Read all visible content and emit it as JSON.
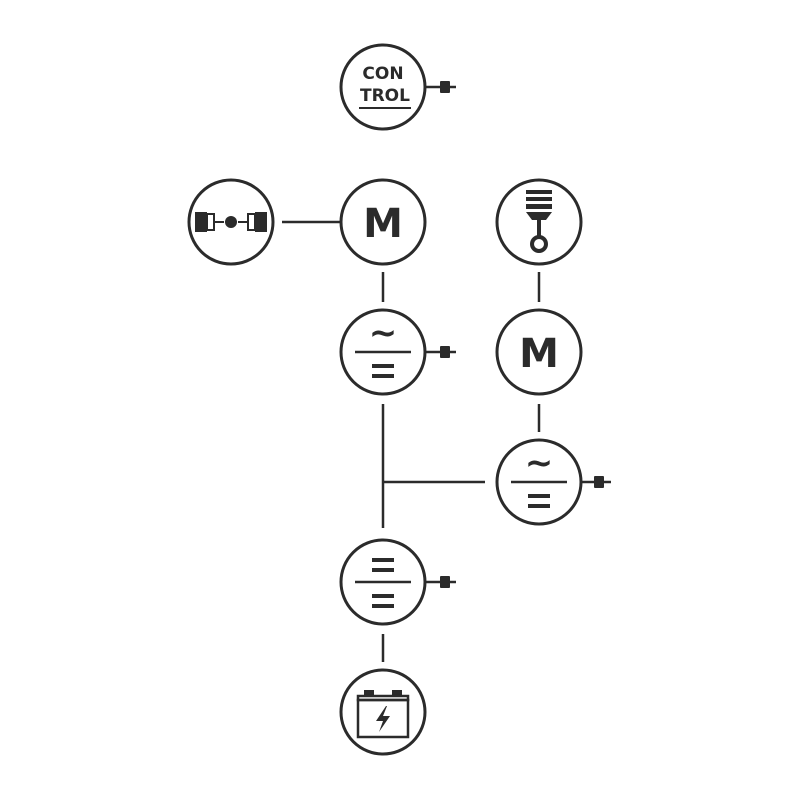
{
  "diagram": {
    "control": {
      "line1": "CON",
      "line2": "TROL"
    },
    "motor_1": {
      "label": "M"
    },
    "motor_2": {
      "label": "M"
    },
    "inverter_1": {
      "ac_symbol": "~"
    },
    "inverter_2": {
      "ac_symbol": "~"
    },
    "dcdc_converter": {
      "symbol": "dc-dc"
    },
    "battery": {
      "symbol": "battery"
    },
    "axle": {
      "symbol": "axle"
    },
    "engine": {
      "symbol": "piston"
    }
  },
  "colors": {
    "ink": "#2b2b2b",
    "background": "#ffffff"
  },
  "icons": [
    "plug-icon",
    "axle-icon",
    "piston-icon",
    "battery-icon",
    "lightning-icon"
  ]
}
